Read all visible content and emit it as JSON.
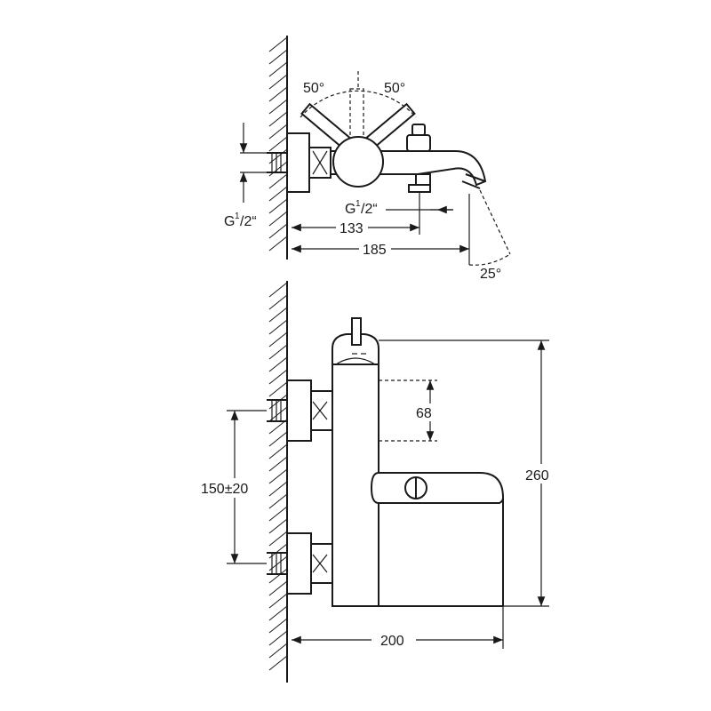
{
  "top_view": {
    "angle_left": "50°",
    "angle_right": "50°",
    "thread_left": {
      "main": "G",
      "sup": "1",
      "tail": "/2“"
    },
    "thread_spout": {
      "main": "G",
      "sup": "1",
      "tail": "/2“"
    },
    "dim_133": "133",
    "dim_185": "185",
    "angle_spout": "25°"
  },
  "side_view": {
    "dim_68": "68",
    "dim_260": "260",
    "dim_150": "150±20",
    "dim_200": "200"
  }
}
